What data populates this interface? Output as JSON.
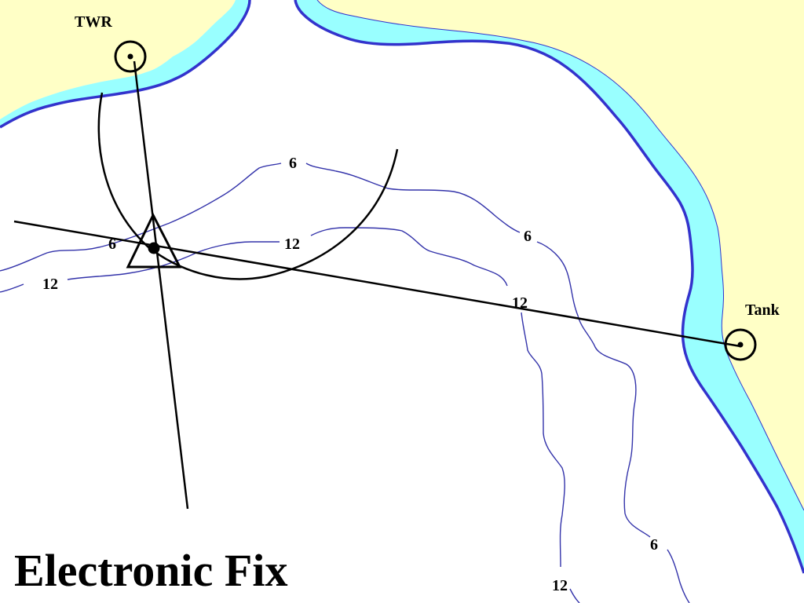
{
  "title": "Electronic Fix",
  "landmarks": {
    "tower": {
      "label": "TWR"
    },
    "tank": {
      "label": "Tank"
    }
  },
  "depths": {
    "d1": "6",
    "d2": "6",
    "d3": "12",
    "d4": "12",
    "d5": "6",
    "d6": "12",
    "d7": "6",
    "d8": "12"
  },
  "colors": {
    "land": "#ffffc6",
    "shoal_water": "#99ffff",
    "coastline": "#3333cc",
    "depth_contour": "#3333aa",
    "lines_of_position": "#000000"
  }
}
